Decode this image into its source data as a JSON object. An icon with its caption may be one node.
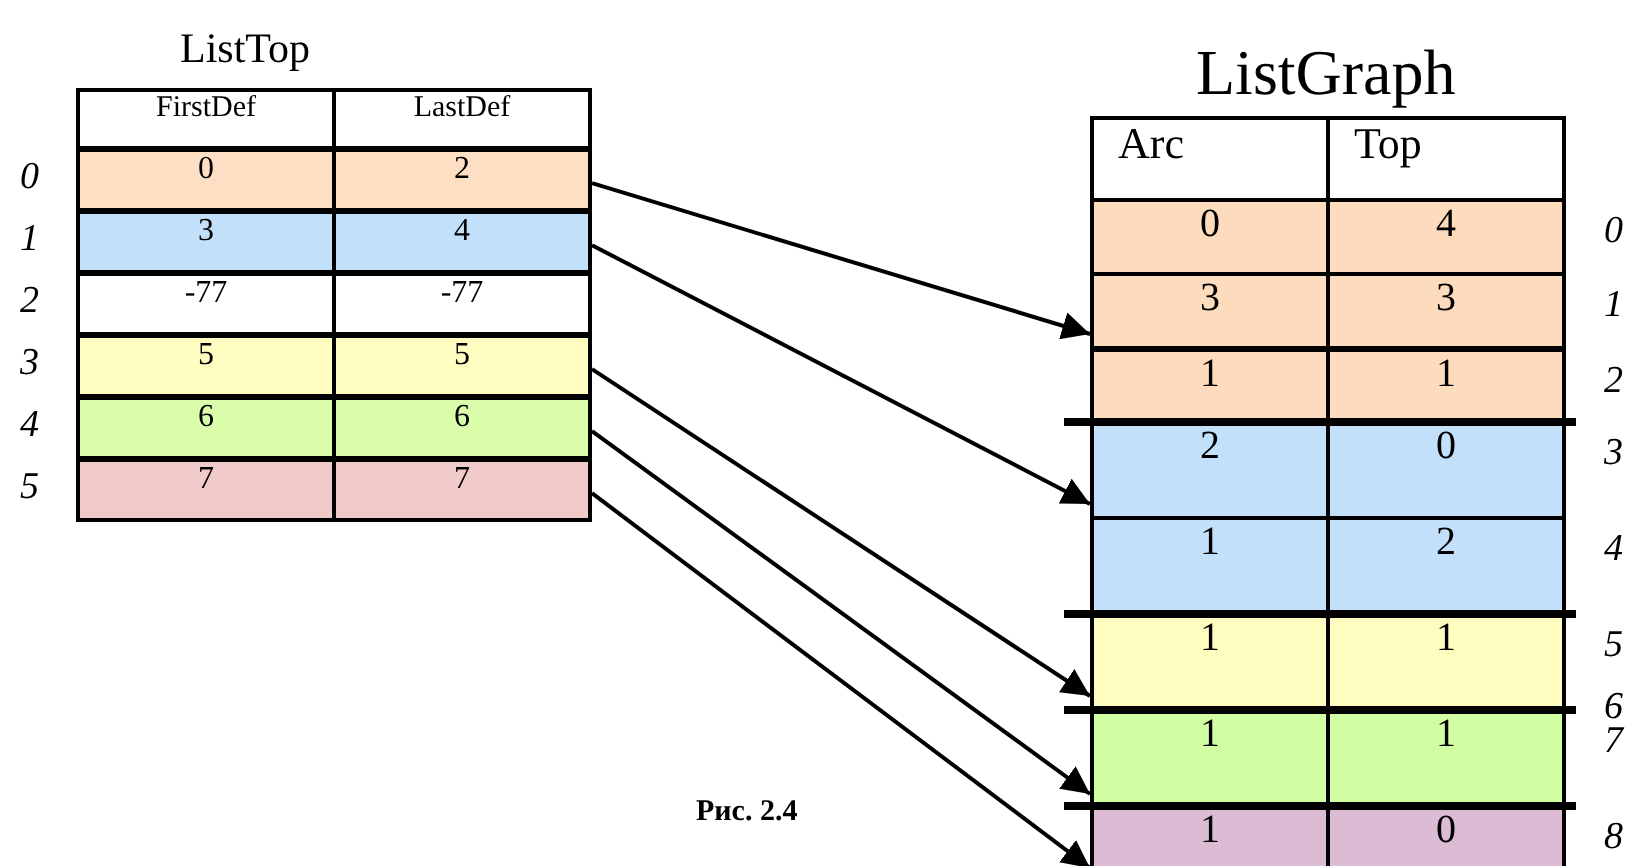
{
  "diagram": {
    "caption": "Рис. 2.4",
    "nodes": [
      {
        "text": [
          "ListTop"
        ]
      },
      {
        "text": [
          "FirstDef",
          "LastDef"
        ],
        "in": 0
      },
      {
        "text": [
          "0",
          "2"
        ],
        "in": 0,
        "beside": [
          "0"
        ]
      },
      {
        "text": [
          "3",
          "4"
        ],
        "in": 0,
        "beside": [
          "1"
        ]
      },
      {
        "text": [
          "-77",
          "-77"
        ],
        "in": 0,
        "beside": [
          "2"
        ]
      },
      {
        "text": [
          "5",
          "5"
        ],
        "in": 0,
        "beside": [
          "3"
        ]
      },
      {
        "text": [
          "6",
          "6"
        ],
        "in": 0,
        "beside": [
          "4"
        ]
      },
      {
        "text": [
          "7",
          "7"
        ],
        "in": 0,
        "beside": [
          "5"
        ]
      },
      {
        "text": [
          "ListGraph"
        ]
      },
      {
        "text": [
          "Arc",
          "Top"
        ],
        "in": 8
      },
      {
        "text": [
          "0",
          "4"
        ],
        "in": 8,
        "beside": [
          "0"
        ]
      },
      {
        "text": [
          "3",
          "3"
        ],
        "in": 8,
        "beside": [
          "1"
        ]
      },
      {
        "text": [
          "1",
          "1"
        ],
        "in": 8,
        "beside": [
          "2"
        ]
      },
      {
        "text": [
          "2",
          "0"
        ],
        "in": 8,
        "beside": [
          "3"
        ]
      },
      {
        "text": [
          "1",
          "2"
        ],
        "in": 8,
        "beside": [
          "4"
        ]
      },
      {
        "text": [
          "1",
          "1"
        ],
        "in": 8,
        "beside": [
          "5"
        ]
      },
      {
        "text": [
          "1",
          "1"
        ],
        "in": 8,
        "beside": [
          "7"
        ]
      },
      {
        "text": [
          "1",
          "0"
        ],
        "in": 8,
        "beside": [
          "8"
        ]
      }
    ],
    "edges": [
      {
        "from": 2,
        "to": 11,
        "arrow": "to"
      },
      {
        "from": 3,
        "to": 13,
        "arrow": "to"
      },
      {
        "from": 5,
        "to": 15,
        "arrow": "to"
      },
      {
        "from": 6,
        "to": 16,
        "arrow": "to"
      },
      {
        "from": 7,
        "to": 17,
        "arrow": "to"
      }
    ],
    "labels": [
      "6"
    ]
  }
}
